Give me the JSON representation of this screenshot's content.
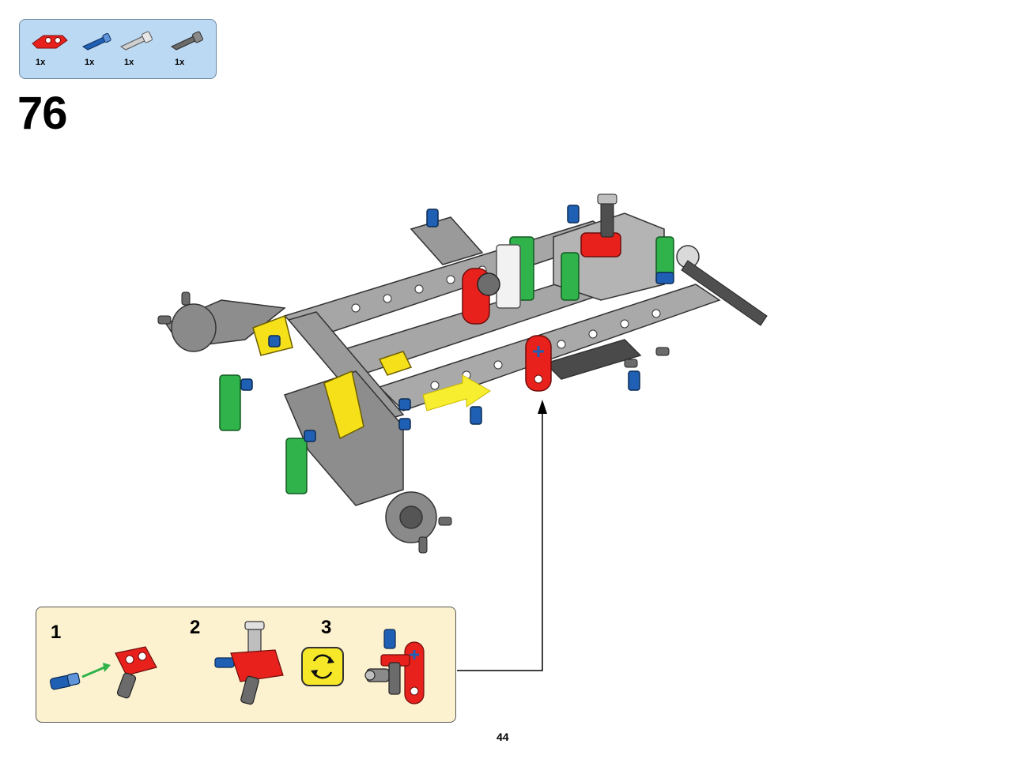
{
  "parts_list": {
    "items": [
      {
        "qty": "1x",
        "icon": "red-connector-icon",
        "color": "#e8211c"
      },
      {
        "qty": "1x",
        "icon": "blue-axle-pin-icon",
        "color": "#1f5fb4"
      },
      {
        "qty": "1x",
        "icon": "light-gray-axle-pin-icon",
        "color": "#bfbfbf"
      },
      {
        "qty": "1x",
        "icon": "dark-gray-axle-pin-icon",
        "color": "#6b6b6b"
      }
    ]
  },
  "step": {
    "number": "76"
  },
  "subassembly": {
    "steps": [
      {
        "number": "1"
      },
      {
        "number": "2"
      },
      {
        "number": "3"
      }
    ],
    "rotate_icon": "rotate-model-icon"
  },
  "page": {
    "number": "44"
  },
  "colors": {
    "parts_box_bg": "#bcd9f3",
    "subassembly_bg": "#fdf2d0",
    "rotate_icon_bg": "#f6e728",
    "lego_red": "#e8211c",
    "lego_blue": "#1f5fb4",
    "lego_green": "#2fb34a",
    "lego_yellow": "#f6e01a",
    "lego_gray": "#a6a6a6",
    "lego_dark_gray": "#5f5f5f"
  }
}
